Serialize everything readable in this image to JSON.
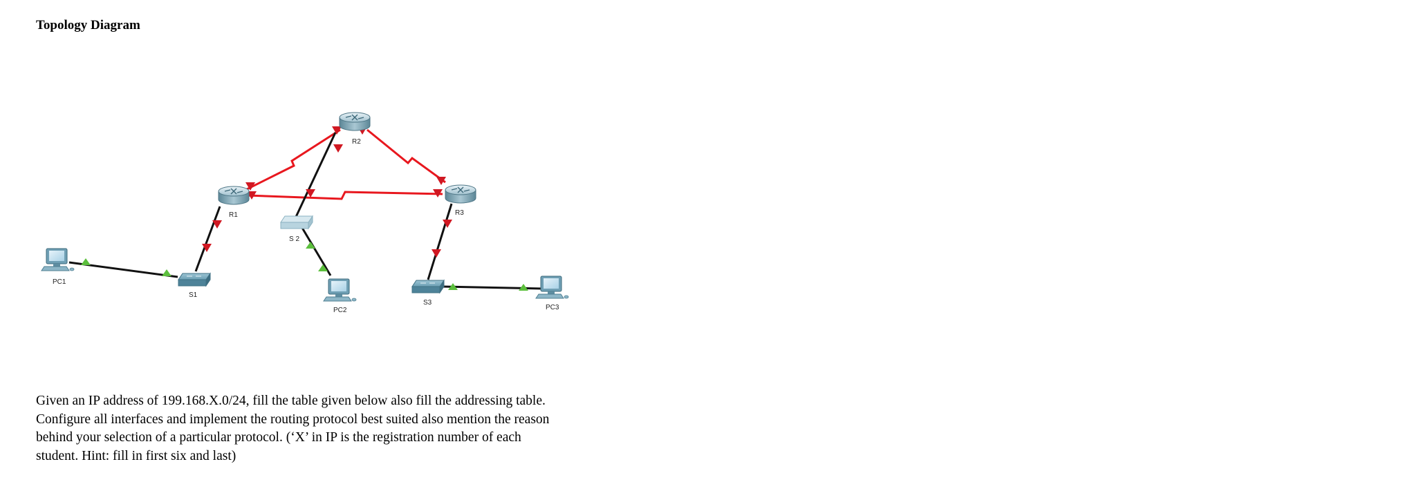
{
  "title": "Topology Diagram",
  "devices": {
    "r1": "R1",
    "r2": "R2",
    "r3": "R3",
    "s1": "S1",
    "s2": "S 2",
    "s3": "S3",
    "pc1": "PC1",
    "pc2": "PC2",
    "pc3": "PC3"
  },
  "colors": {
    "serial_link": "#e8171e",
    "ethernet_link": "#111111",
    "link_down": "#d01822",
    "link_up": "#5cbf3d",
    "router_body": "#7fa6b6",
    "switch_body": "#5e93a8"
  },
  "instructions": {
    "line1": "Given an IP address of 199.168.X.0/24, fill the table given below also fill the addressing table.",
    "line2": "Configure all interfaces and implement the routing protocol best suited also mention the reason",
    "line3": "behind your selection of a particular protocol. (‘X’ in IP is the registration number of each",
    "line4": "student. Hint: fill in first six and last)"
  }
}
